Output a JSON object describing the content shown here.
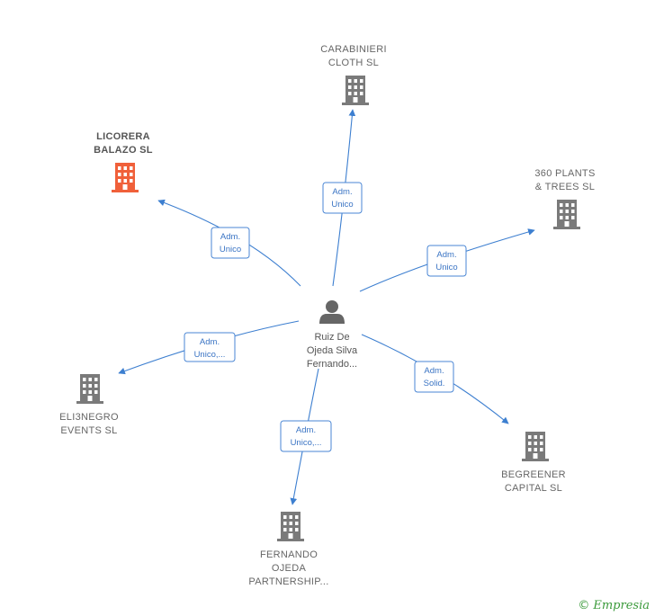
{
  "center": {
    "label_lines": [
      "Ruiz De",
      "Ojeda Silva",
      "Fernando..."
    ],
    "icon": "person-icon"
  },
  "nodes": [
    {
      "id": "carabinieri",
      "label_lines": [
        "CARABINIERI",
        "CLOTH SL"
      ],
      "icon": "building-icon",
      "color": "#7a7a7a",
      "highlight": false
    },
    {
      "id": "licorera",
      "label_lines": [
        "LICORERA",
        "BALAZO  SL"
      ],
      "icon": "building-icon",
      "color": "#f0603a",
      "highlight": true
    },
    {
      "id": "plants",
      "label_lines": [
        "360 PLANTS",
        "& TREES  SL"
      ],
      "icon": "building-icon",
      "color": "#7a7a7a",
      "highlight": false
    },
    {
      "id": "eli3negro",
      "label_lines": [
        "ELI3NEGRO",
        "EVENTS SL"
      ],
      "icon": "building-icon",
      "color": "#7a7a7a",
      "highlight": false
    },
    {
      "id": "begreener",
      "label_lines": [
        "BEGREENER",
        "CAPITAL  SL"
      ],
      "icon": "building-icon",
      "color": "#7a7a7a",
      "highlight": false
    },
    {
      "id": "fernando",
      "label_lines": [
        "FERNANDO",
        "OJEDA",
        "PARTNERSHIP..."
      ],
      "icon": "building-icon",
      "color": "#7a7a7a",
      "highlight": false
    }
  ],
  "edges": [
    {
      "to": "carabinieri",
      "label_lines": [
        "Adm.",
        "Unico"
      ]
    },
    {
      "to": "licorera",
      "label_lines": [
        "Adm.",
        "Unico"
      ]
    },
    {
      "to": "plants",
      "label_lines": [
        "Adm.",
        "Unico"
      ]
    },
    {
      "to": "eli3negro",
      "label_lines": [
        "Adm.",
        "Unico,..."
      ]
    },
    {
      "to": "begreener",
      "label_lines": [
        "Adm.",
        "Solid."
      ]
    },
    {
      "to": "fernando",
      "label_lines": [
        "Adm.",
        "Unico,..."
      ]
    }
  ],
  "watermark": {
    "symbol": "©",
    "text": "Empresia"
  },
  "colors": {
    "edge": "#3d7fd0",
    "node_default": "#7a7a7a",
    "node_highlight": "#f0603a"
  }
}
